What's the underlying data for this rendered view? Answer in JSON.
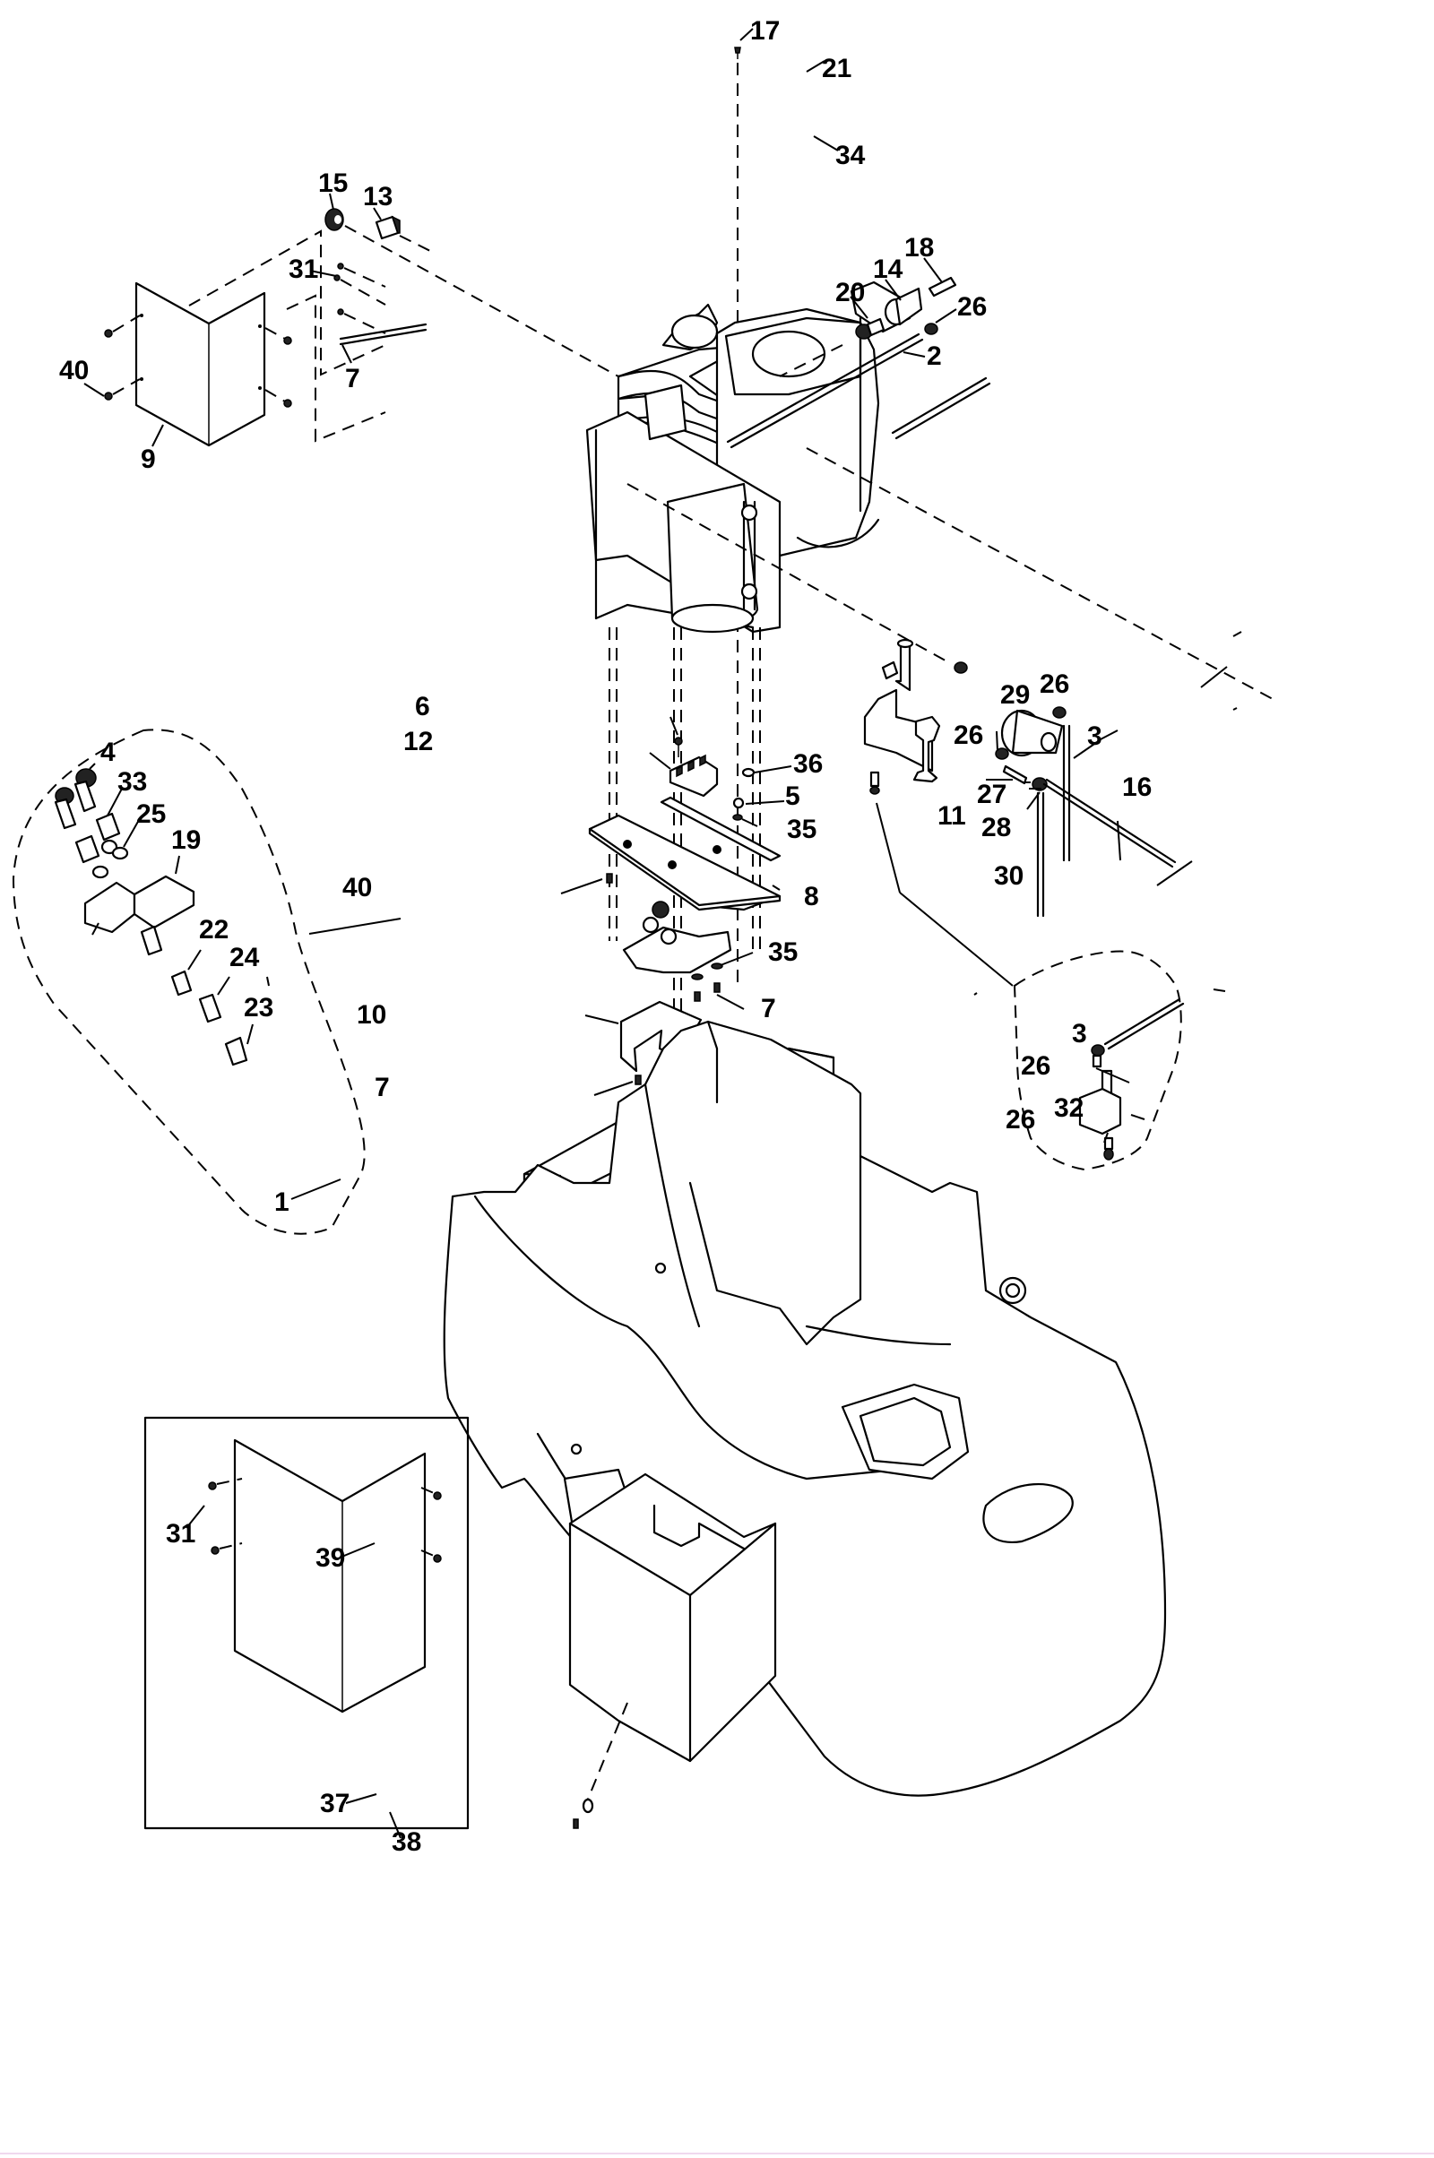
{
  "diagram": {
    "type": "exploded-parts-view",
    "line_color": "#000000",
    "background": "#ffffff",
    "callouts": [
      {
        "id": "c17",
        "label": "17"
      },
      {
        "id": "c21",
        "label": "21"
      },
      {
        "id": "c34",
        "label": "34"
      },
      {
        "id": "c15",
        "label": "15"
      },
      {
        "id": "c13",
        "label": "13"
      },
      {
        "id": "c18",
        "label": "18"
      },
      {
        "id": "c14",
        "label": "14"
      },
      {
        "id": "c20",
        "label": "20"
      },
      {
        "id": "c26a",
        "label": "26"
      },
      {
        "id": "c31a",
        "label": "31"
      },
      {
        "id": "c2",
        "label": "2"
      },
      {
        "id": "c7a",
        "label": "7"
      },
      {
        "id": "c40a",
        "label": "40"
      },
      {
        "id": "c9",
        "label": "9"
      },
      {
        "id": "c6",
        "label": "6"
      },
      {
        "id": "c12",
        "label": "12"
      },
      {
        "id": "c36",
        "label": "36"
      },
      {
        "id": "c5",
        "label": "5"
      },
      {
        "id": "c35a",
        "label": "35"
      },
      {
        "id": "c40b",
        "label": "40"
      },
      {
        "id": "c8",
        "label": "8"
      },
      {
        "id": "c35b",
        "label": "35"
      },
      {
        "id": "c7b",
        "label": "7"
      },
      {
        "id": "c10",
        "label": "10"
      },
      {
        "id": "c7c",
        "label": "7"
      },
      {
        "id": "c4",
        "label": "4"
      },
      {
        "id": "c33",
        "label": "33"
      },
      {
        "id": "c25",
        "label": "25"
      },
      {
        "id": "c19",
        "label": "19"
      },
      {
        "id": "c22",
        "label": "22"
      },
      {
        "id": "c24",
        "label": "24"
      },
      {
        "id": "c23",
        "label": "23"
      },
      {
        "id": "c29",
        "label": "29"
      },
      {
        "id": "c26b",
        "label": "26"
      },
      {
        "id": "c26c",
        "label": "26"
      },
      {
        "id": "c3a",
        "label": "3"
      },
      {
        "id": "c16",
        "label": "16"
      },
      {
        "id": "c27",
        "label": "27"
      },
      {
        "id": "c28",
        "label": "28"
      },
      {
        "id": "c11",
        "label": "11"
      },
      {
        "id": "c30",
        "label": "30"
      },
      {
        "id": "c3b",
        "label": "3"
      },
      {
        "id": "c26d",
        "label": "26"
      },
      {
        "id": "c32",
        "label": "32"
      },
      {
        "id": "c26e",
        "label": "26"
      },
      {
        "id": "c1",
        "label": "1"
      },
      {
        "id": "c31b",
        "label": "31"
      },
      {
        "id": "c39",
        "label": "39"
      },
      {
        "id": "c37",
        "label": "37"
      },
      {
        "id": "c38",
        "label": "38"
      }
    ]
  }
}
